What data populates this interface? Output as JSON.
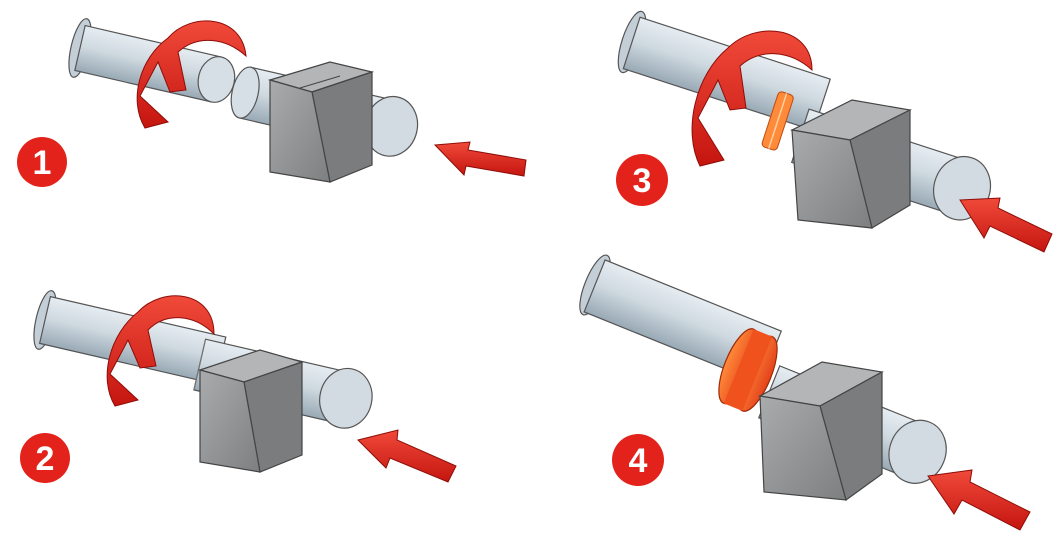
{
  "steps": [
    {
      "number": "1"
    },
    {
      "number": "2"
    },
    {
      "number": "3"
    },
    {
      "number": "4"
    }
  ],
  "colors": {
    "shaft": "#cfd9e0",
    "shaft_dark": "#9fb0bc",
    "block": "#8b8d8f",
    "block_light": "#a7a9ab",
    "arrow": "#e3231b",
    "weld_glow": "#ff7a2a",
    "flash": "#f0521e"
  }
}
